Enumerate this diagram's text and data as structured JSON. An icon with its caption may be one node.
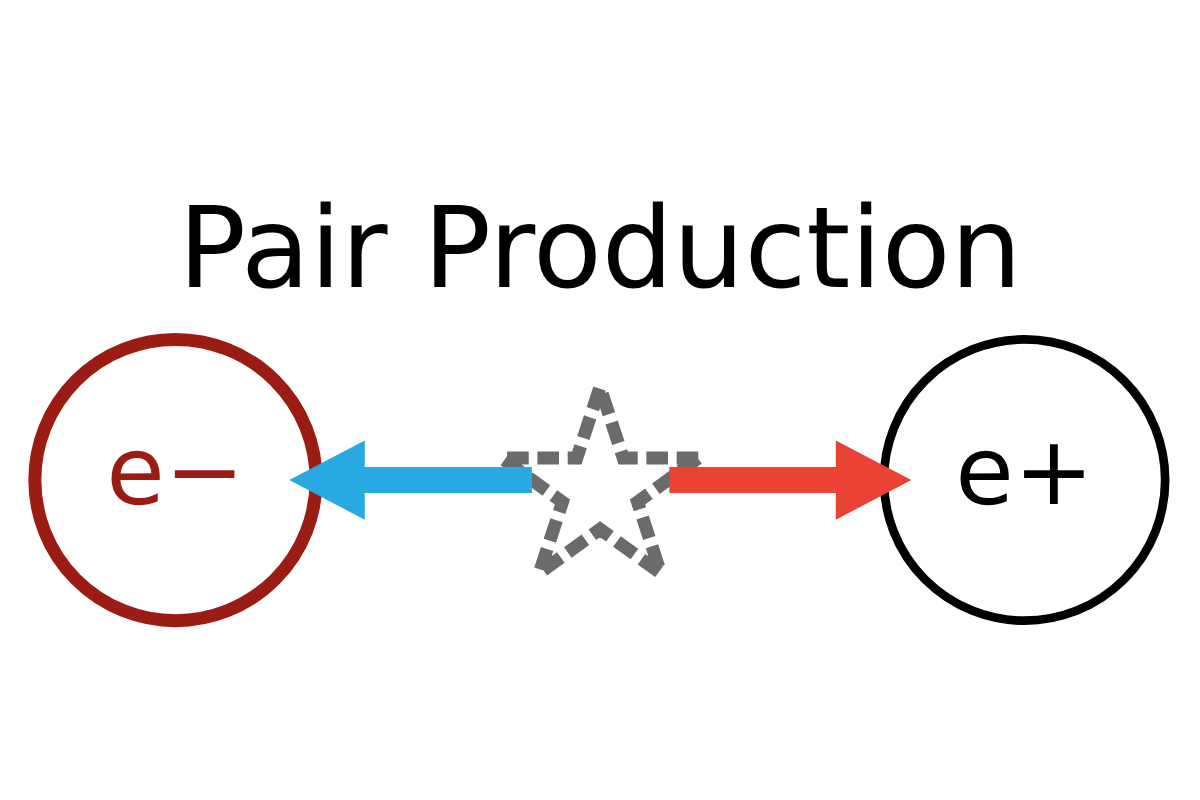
{
  "diagram": {
    "title": "Pair Production",
    "nodes": [
      {
        "text": [
          "e−"
        ]
      },
      {
        "text": [],
        "shape": "burst"
      },
      {
        "text": [
          "e+"
        ]
      }
    ],
    "edges": [
      {
        "from": 1,
        "to": 0,
        "arrow": "to",
        "color": "#29a9e1"
      },
      {
        "from": 1,
        "to": 2,
        "arrow": "to",
        "color": "#ea4235"
      }
    ]
  }
}
